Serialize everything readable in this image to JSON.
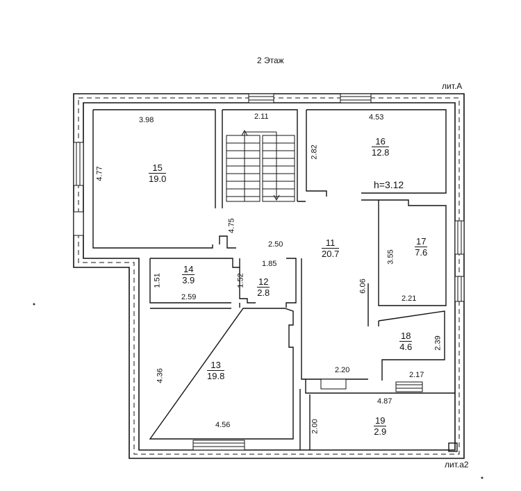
{
  "floor_title": "2 Этаж",
  "lit_a": "лит.А",
  "lit_a2": "лит.а2",
  "ceiling_height": "h=3.12",
  "rooms": [
    {
      "num": "15",
      "area": "19.0"
    },
    {
      "num": "16",
      "area": "12.8"
    },
    {
      "num": "11",
      "area": "20.7"
    },
    {
      "num": "17",
      "area": "7.6"
    },
    {
      "num": "14",
      "area": "3.9"
    },
    {
      "num": "12",
      "area": "2.8"
    },
    {
      "num": "13",
      "area": "19.8"
    },
    {
      "num": "18",
      "area": "4.6"
    },
    {
      "num": "19",
      "area": "2.9"
    }
  ],
  "dimensions": {
    "d_398": "3.98",
    "d_211": "2.11",
    "d_453": "4.53",
    "d_477": "4.77",
    "d_282": "2.82",
    "d_475": "4.75",
    "d_250": "2.50",
    "d_185": "1.85",
    "d_355": "3.55",
    "d_151": "1.51",
    "d_152": "1.52",
    "d_259": "2.59",
    "d_606": "6.06",
    "d_221": "2.21",
    "d_239": "2.39",
    "d_436": "4.36",
    "d_220": "2.20",
    "d_217": "2.17",
    "d_487": "4.87",
    "d_456": "4.56",
    "d_200": "2.00"
  }
}
